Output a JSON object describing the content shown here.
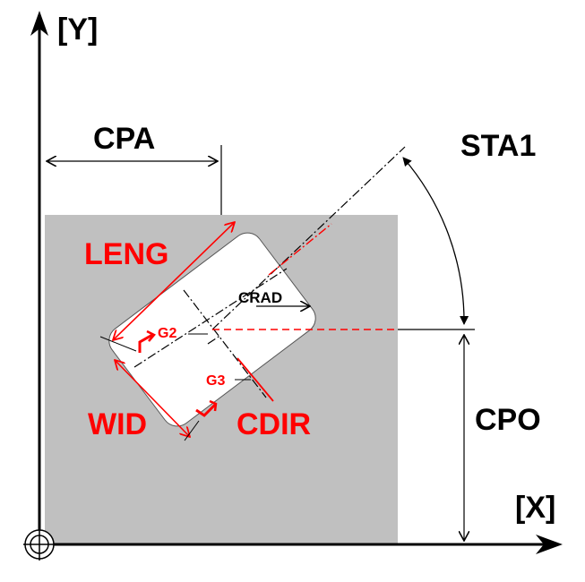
{
  "labels": {
    "y_axis": "[Y]",
    "x_axis": "[X]",
    "cpa": "CPA",
    "cpo": "CPO",
    "sta1": "STA1",
    "leng": "LENG",
    "wid": "WID",
    "cdir": "CDIR",
    "crad": "CRAD",
    "g2": "G2",
    "g3": "G3"
  },
  "colors": {
    "workpiece": "#c0c0c0",
    "pocket": "#ffffff",
    "dimension": "#000000",
    "highlight": "#ff0000",
    "background": "#ffffff"
  },
  "icons": {
    "origin": "origin-crosshair-icon",
    "g2_arrow": "arc-arrow-icon",
    "g3_arrow": "arc-arrow-icon"
  }
}
